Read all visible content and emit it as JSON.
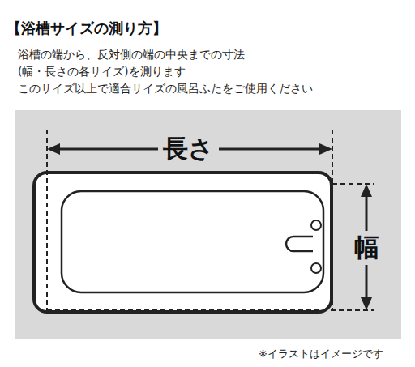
{
  "diagram": {
    "title": "【浴槽サイズの測り方】",
    "labels": [
      "浴槽の端から、反対側の端の中央までの寸法",
      "(幅・長さの各サイズ)を測ります",
      "このサイズ以上で適合サイズの風呂ふたをご使用ください",
      "長さ",
      "幅",
      "※イラストはイメージです"
    ]
  }
}
